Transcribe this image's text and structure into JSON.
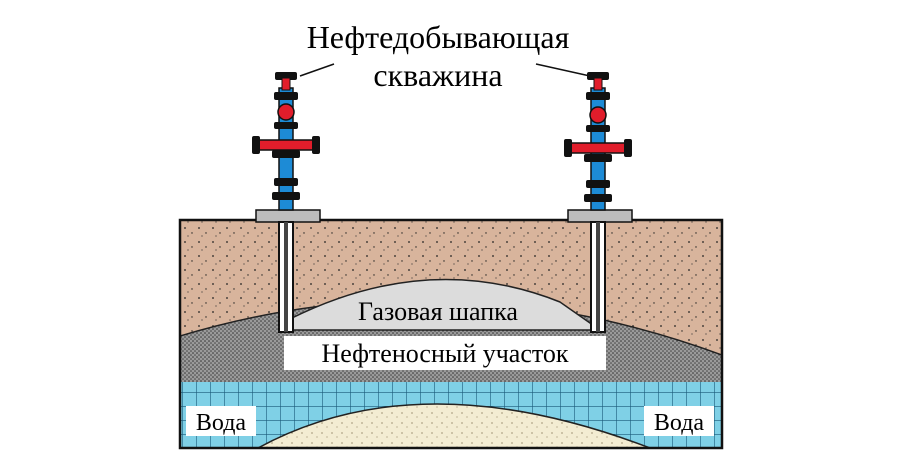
{
  "title": {
    "line1": "Нефтедобывающая",
    "line2": "скважина"
  },
  "labels": {
    "gas_cap": "Газовая шапка",
    "oil_zone": "Нефтеносный участок",
    "water_left": "Вода",
    "water_right": "Вода"
  },
  "colors": {
    "rock": "#d8b49c",
    "gas": "#dcdcdc",
    "oil": "#8c8c8c",
    "water": "#7fd0e6",
    "sand": "#f3ecd2",
    "pipe_blue": "#1d8bd6",
    "valve_red": "#e11d2b"
  },
  "icons": {
    "left_wellhead": "oil-wellhead-icon",
    "right_wellhead": "oil-wellhead-icon"
  }
}
